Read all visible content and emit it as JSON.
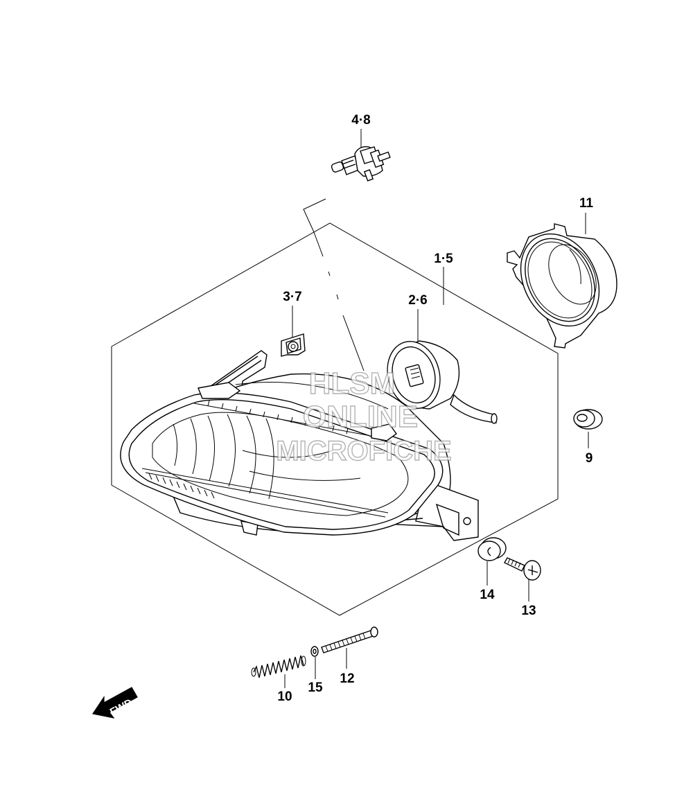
{
  "callouts": {
    "c48": "4·8",
    "c11": "11",
    "c15_top": "1·5",
    "c26": "2·6",
    "c37": "3·7",
    "c9": "9",
    "c14": "14",
    "c13": "13",
    "c10": "10",
    "c15": "15",
    "c12": "12"
  },
  "watermark": {
    "line1": "HLSM",
    "line2": "ONLINE",
    "line3": "MICROFICHE",
    "color": "#999999"
  },
  "fwd_label": "FWD",
  "icons": {
    "fwd_arrow": "fwd-arrow-icon"
  }
}
